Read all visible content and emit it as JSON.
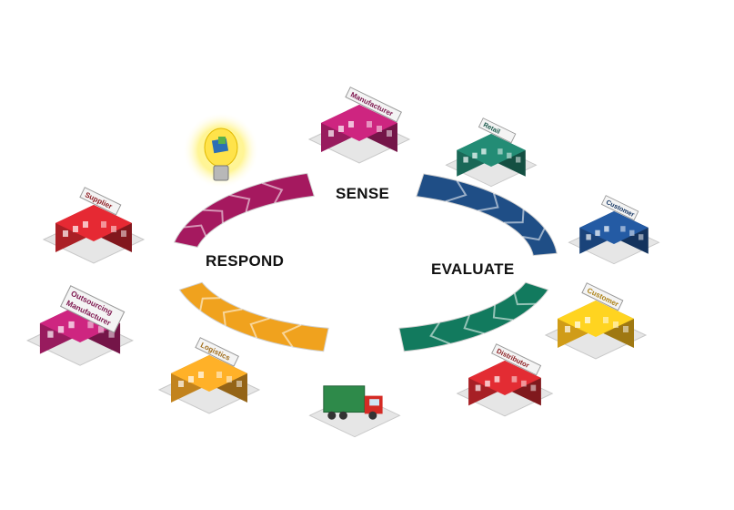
{
  "stages": {
    "sense": "SENSE",
    "evaluate": "EVALUATE",
    "respond": "RESPOND"
  },
  "arc_colors": {
    "sense": "#a5195f",
    "evaluate": "#1f4e86",
    "respond_left": "#f0a21e",
    "evaluate_lower": "#127a5e"
  },
  "nodes": [
    {
      "key": "manufacturer",
      "label": "Manufacturer",
      "color": "#b3206f"
    },
    {
      "key": "retail",
      "label": "Retail",
      "color": "#1e7a66"
    },
    {
      "key": "customer_tower",
      "label": "Customer",
      "color": "#1f4f8f"
    },
    {
      "key": "customer_mall",
      "label": "Customer",
      "color": "#f5b81c"
    },
    {
      "key": "distributor",
      "label": "Distributor",
      "color": "#c5262c"
    },
    {
      "key": "truck",
      "label": "",
      "color": "#2e8a4a"
    },
    {
      "key": "logistics",
      "label": "Logistics",
      "color": "#e49a23"
    },
    {
      "key": "outsourcing",
      "label": "Outsourcing Manufacturer",
      "color": "#b3206f"
    },
    {
      "key": "supplier",
      "label": "Supplier",
      "color": "#c8242c"
    }
  ],
  "idea_icon": "lightbulb-icon"
}
